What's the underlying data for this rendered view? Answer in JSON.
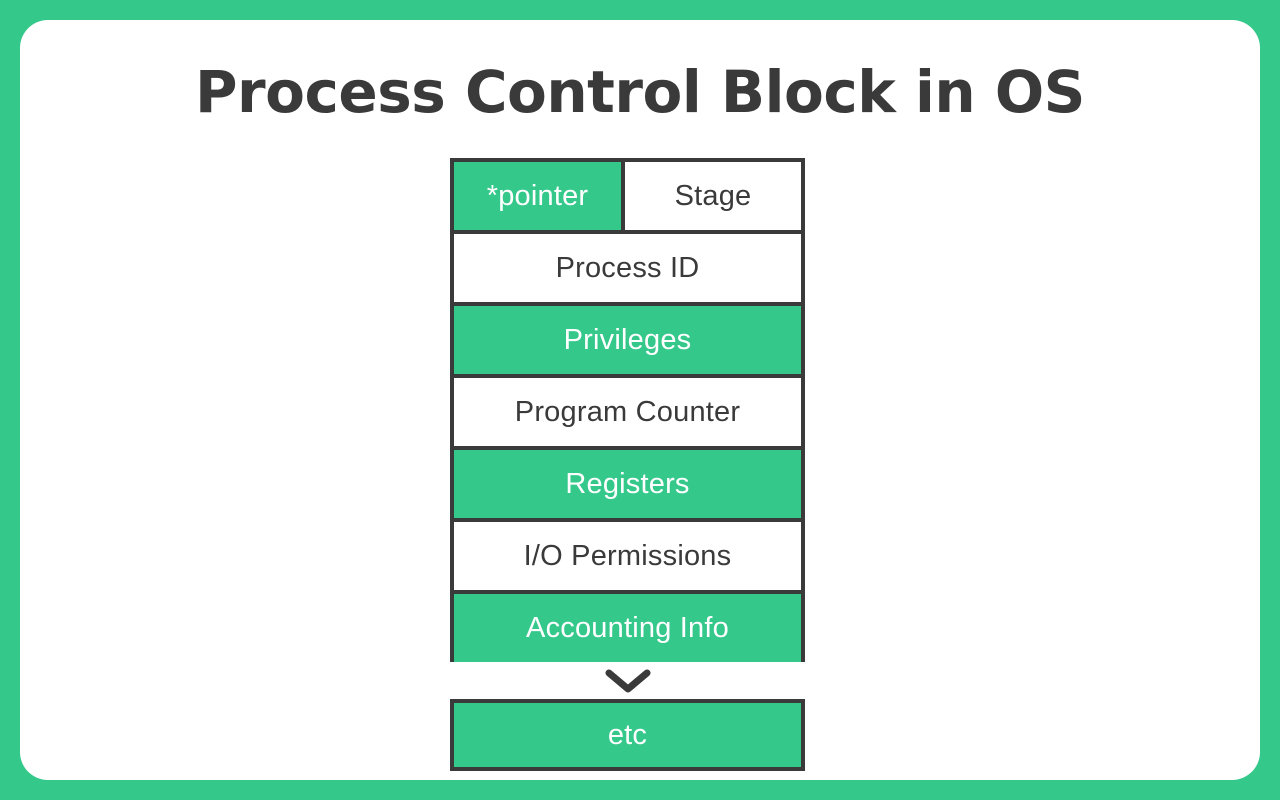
{
  "page": {
    "title": "Process Control Block in OS",
    "background_color": "#35c88b",
    "card_color": "#ffffff",
    "accent_color": "#35c88b",
    "border_color": "#3a3a3a",
    "text_dark": "#3a3a3a",
    "text_light": "#ffffff"
  },
  "diagram": {
    "name": "process-control-block",
    "top_row": {
      "pointer_label": "*pointer",
      "stage_label": "Stage"
    },
    "rows": [
      {
        "label": "Process ID",
        "fill": "white"
      },
      {
        "label": "Privileges",
        "fill": "green"
      },
      {
        "label": "Program Counter",
        "fill": "white"
      },
      {
        "label": "Registers",
        "fill": "green"
      },
      {
        "label": "I/O Permissions",
        "fill": "white"
      },
      {
        "label": "Accounting Info",
        "fill": "green"
      }
    ],
    "connector_icon": "chevron-down-icon",
    "trailing_row": {
      "label": "etc",
      "fill": "green"
    }
  }
}
